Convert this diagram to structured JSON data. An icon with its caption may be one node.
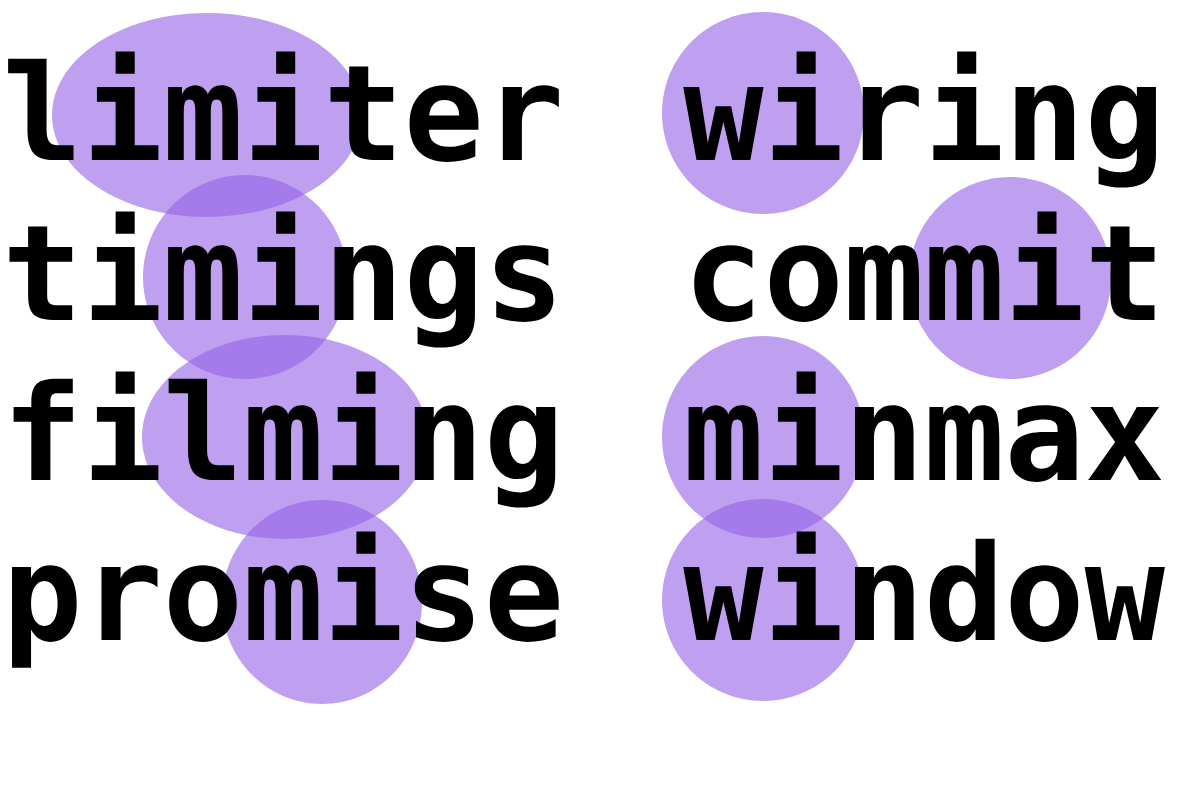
{
  "diagram": {
    "labels": [
      "limiter",
      "wiring",
      "timings",
      "commit",
      "filming",
      "minmax",
      "promise",
      "window"
    ]
  }
}
